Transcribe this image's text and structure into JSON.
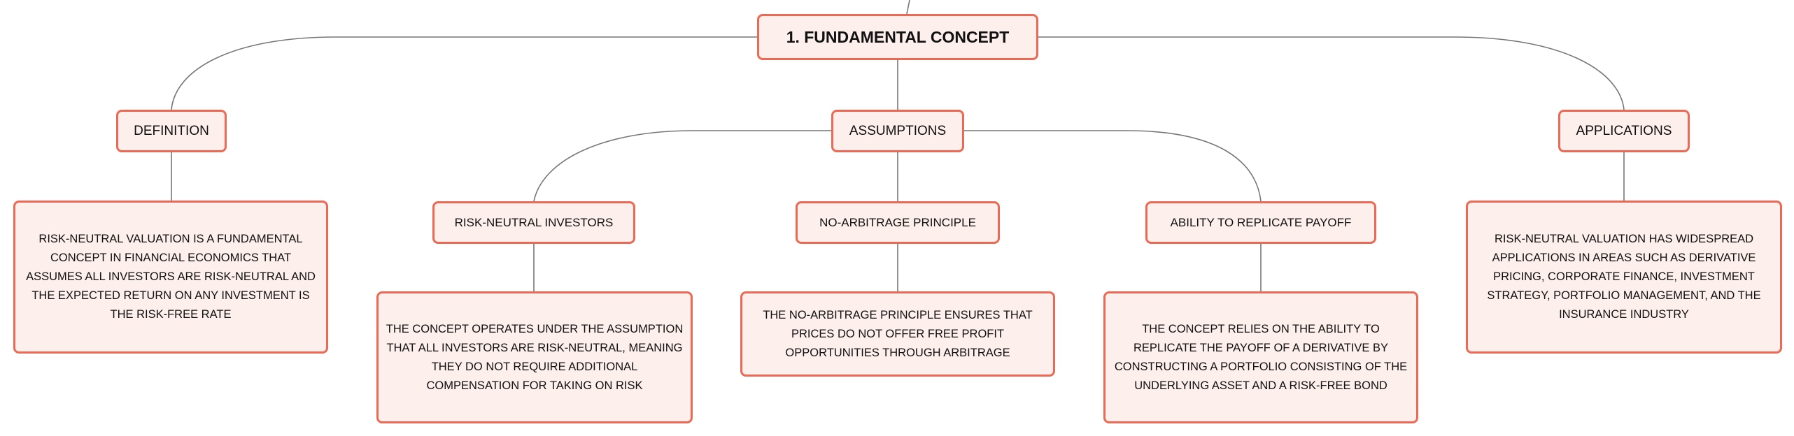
{
  "diagram": {
    "root": {
      "label": "1. FUNDAMENTAL CONCEPT"
    },
    "definition": {
      "label": "DEFINITION",
      "detail": "RISK-NEUTRAL VALUATION IS A FUNDAMENTAL\nCONCEPT IN FINANCIAL ECONOMICS THAT\nASSUMES ALL INVESTORS ARE RISK-NEUTRAL AND\nTHE EXPECTED RETURN ON ANY INVESTMENT IS\nTHE RISK-FREE RATE"
    },
    "assumptions": {
      "label": "ASSUMPTIONS",
      "children": [
        {
          "label": "RISK-NEUTRAL INVESTORS",
          "detail": "THE CONCEPT OPERATES UNDER THE ASSUMPTION\nTHAT ALL INVESTORS ARE RISK-NEUTRAL, MEANING\nTHEY DO NOT REQUIRE ADDITIONAL\nCOMPENSATION FOR TAKING ON RISK"
        },
        {
          "label": "NO-ARBITRAGE PRINCIPLE",
          "detail": "THE NO-ARBITRAGE PRINCIPLE ENSURES THAT\nPRICES DO NOT OFFER FREE PROFIT\nOPPORTUNITIES THROUGH ARBITRAGE"
        },
        {
          "label": "ABILITY TO REPLICATE PAYOFF",
          "detail": "THE CONCEPT RELIES ON THE ABILITY TO\nREPLICATE THE PAYOFF OF A DERIVATIVE BY\nCONSTRUCTING A PORTFOLIO CONSISTING OF THE\nUNDERLYING ASSET AND A RISK-FREE BOND"
        }
      ]
    },
    "applications": {
      "label": "APPLICATIONS",
      "detail": "RISK-NEUTRAL VALUATION HAS WIDESPREAD\nAPPLICATIONS IN AREAS SUCH AS DERIVATIVE\nPRICING, CORPORATE FINANCE, INVESTMENT\nSTRATEGY, PORTFOLIO MANAGEMENT, AND THE\nINSURANCE INDUSTRY"
    }
  },
  "colors": {
    "node_border": "#ec6a55",
    "node_fill": "#fdefeb",
    "connector": "#777777",
    "text": "#111111"
  }
}
